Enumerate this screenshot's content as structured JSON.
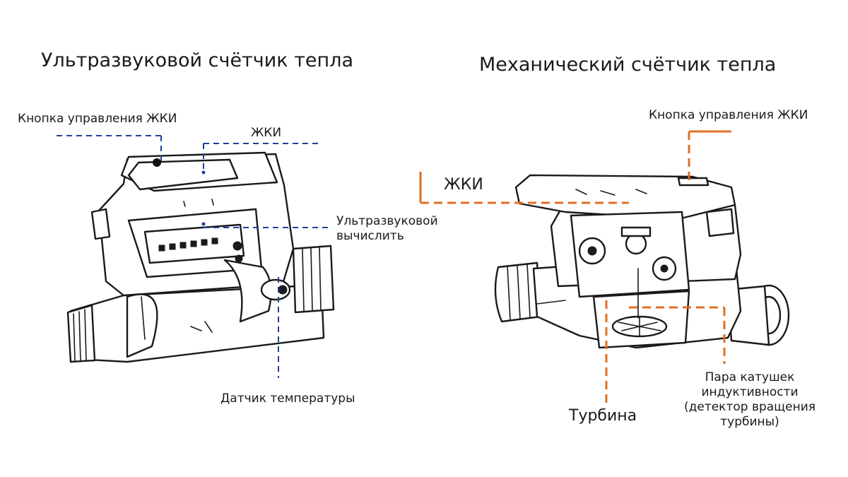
{
  "titles": {
    "left": "Ультразвуковой счётчик тепла",
    "right": "Механический счётчик тепла"
  },
  "left_meter": {
    "lcd_button_label": "Кнопка управления ЖКИ",
    "lcd_label": "ЖКИ",
    "ultrasonic_calc_line1": "Ультразвуковой",
    "ultrasonic_calc_line2": "вычислить",
    "temp_sensor_label": "Датчик температуры",
    "leader_color": "#1f3f9e"
  },
  "right_meter": {
    "lcd_button_label": "Кнопка управления ЖКИ",
    "lcd_label": "ЖКИ",
    "turbine_label": "Турбина",
    "coils_line1": "Пара катушек",
    "coils_line2": "индуктивности",
    "coils_line3": "(детектор вращения",
    "coils_line4": "турбины)",
    "leader_color": "#e07020"
  }
}
